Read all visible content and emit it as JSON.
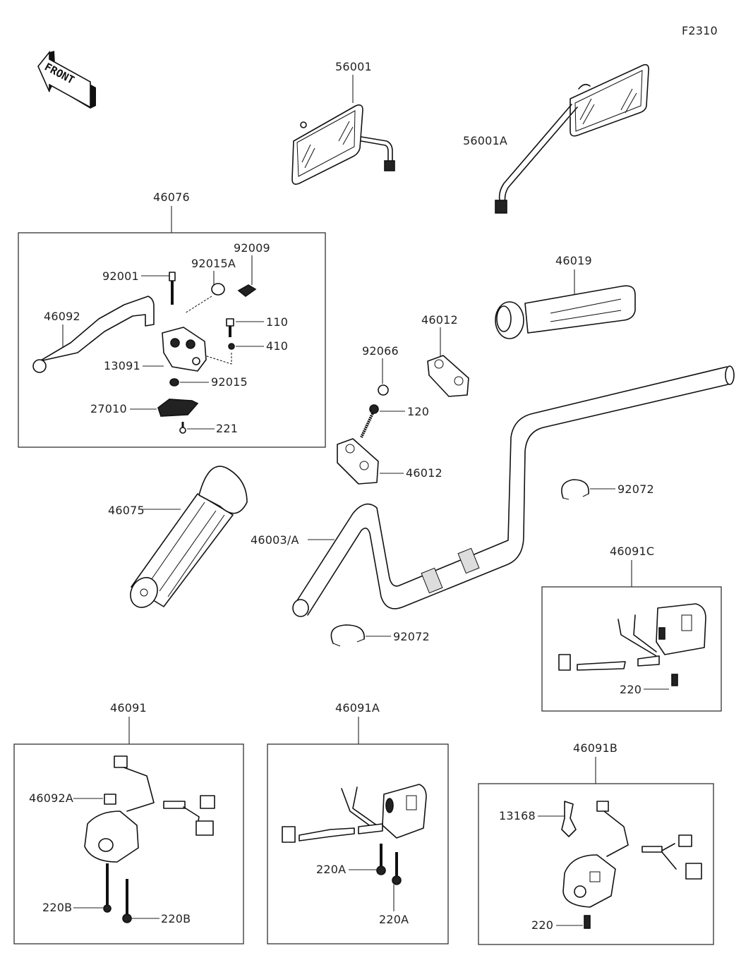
{
  "diagram": {
    "figure_code": "F2310",
    "front_indicator": "FRONT",
    "groups": [
      {
        "id": "lever-assembly",
        "part": "46076",
        "callouts": [
          "92009",
          "92015A",
          "92001",
          "46092",
          "110",
          "410",
          "13091",
          "92015",
          "27010",
          "221"
        ]
      },
      {
        "id": "switch-c",
        "part": "46091C",
        "callouts": [
          "220"
        ]
      },
      {
        "id": "switch",
        "part": "46091",
        "callouts": [
          "46092A",
          "220B",
          "220B"
        ]
      },
      {
        "id": "switch-a",
        "part": "46091A",
        "callouts": [
          "220A",
          "220A"
        ]
      },
      {
        "id": "switch-b",
        "part": "46091B",
        "callouts": [
          "13168",
          "220"
        ]
      }
    ],
    "labels": {
      "mirror_left": "56001",
      "mirror_right": "56001A",
      "lever_assy": "46076",
      "l_92009": "92009",
      "l_92015A": "92015A",
      "l_92001": "92001",
      "l_46092": "46092",
      "l_110": "110",
      "l_410": "410",
      "l_13091": "13091",
      "l_92015": "92015",
      "l_27010": "27010",
      "l_221": "221",
      "throttle_grip": "46019",
      "holder_upper": "46012",
      "collar": "92066",
      "bolt_120": "120",
      "holder_lower": "46012",
      "clamp_right": "92072",
      "left_grip": "46075",
      "handlebar": "46003/A",
      "clamp_left": "92072",
      "switch_c": "46091C",
      "switch_c_screw": "220",
      "switch": "46091",
      "switch_lever": "46092A",
      "switch_screw_1": "220B",
      "switch_screw_2": "220B",
      "switch_a": "46091A",
      "switch_a_screw_1": "220A",
      "switch_a_screw_2": "220A",
      "switch_b": "46091B",
      "switch_b_part": "13168",
      "switch_b_screw": "220"
    }
  }
}
